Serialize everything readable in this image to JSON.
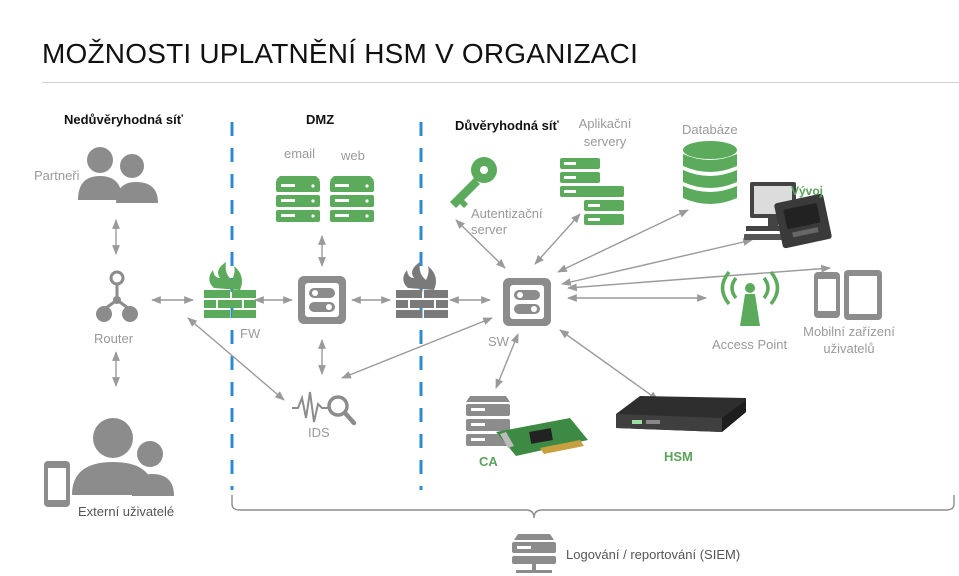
{
  "title": "MOŽNOSTI UPLATNĚNÍ HSM V ORGANIZACI",
  "zones": {
    "untrusted": "Nedůvěryhodná síť",
    "dmz": "DMZ",
    "trusted": "Důvěryhodná síť"
  },
  "labels": {
    "partners": "Partneři",
    "email": "email",
    "web": "web",
    "auth_line1": "Autentizační",
    "auth_line2": "server",
    "app_line1": "Aplikační",
    "app_line2": "servery",
    "databases": "Databáze",
    "dev": "Vývoj",
    "router": "Router",
    "fw": "FW",
    "sw": "SW",
    "access_point": "Access Point",
    "mobile_line1": "Mobilní zařízení",
    "mobile_line2": "uživatelů",
    "ids": "IDS",
    "ca": "CA",
    "hsm": "HSM",
    "external_users": "Externí uživatelé",
    "logging": "Logování / reportování (SIEM)"
  },
  "colors": {
    "green": "#5cab5c",
    "gray": "#8c8c8c",
    "dark_gray": "#7a7a7a",
    "blue_dash": "#2e8bd0",
    "arrow": "#9a9a9a"
  },
  "icons": [
    "users-icon",
    "server-rack-icon",
    "key-icon",
    "database-icon",
    "computer-icon",
    "router-icon",
    "firewall-icon",
    "switch-icon",
    "access-point-icon",
    "phone-icon",
    "tablet-icon",
    "ids-icon",
    "pci-card-icon",
    "hsm-appliance-icon"
  ]
}
